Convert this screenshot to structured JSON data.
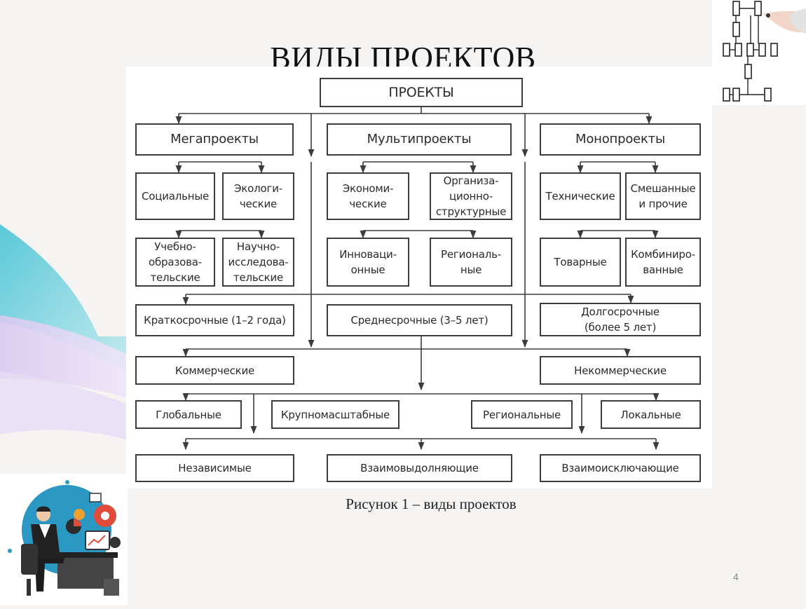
{
  "slide": {
    "title": "ВИДЫ ПРОЕКТОВ",
    "caption": "Рисунок 1 – виды проектов",
    "page_number": "4"
  },
  "diagram": {
    "root": "ПРОЕКТЫ",
    "level1": [
      "Мегапроекты",
      "Мультипроекты",
      "Монопроекты"
    ],
    "level2": [
      "Социальные",
      "Экологи-\nческие",
      "Экономи-\nческие",
      "Организа-\nционно-\nструктурные",
      "Технические",
      "Смешанные\nи прочие"
    ],
    "level3": [
      "Учебно-\nобразова-\nтельские",
      "Научно-\nисследова-\nтельские",
      "Инноваци-\nонные",
      "Региональ-\nные",
      "Товарные",
      "Комбиниро-\nванные"
    ],
    "duration": [
      "Краткосрочные (1–2 года)",
      "Среднесрочные (3–5 лет)",
      "Долгосрочные\n(более 5 лет)"
    ],
    "commerce": [
      "Коммерческие",
      "Некоммерческие"
    ],
    "scale": [
      "Глобальные",
      "Крупномасштабные",
      "Региональные",
      "Локальные"
    ],
    "relation": [
      "Независимые",
      "Взаимовыдолняющие",
      "Взаимоисключающие"
    ]
  },
  "colors": {
    "background": "#f5f4f2",
    "diagram_line": "#3c3c3c",
    "wave_teal": "#7fd3df",
    "wave_purple": "#c9b8e6"
  },
  "icons": [
    "flowchart-illustration",
    "businessman-illustration"
  ]
}
